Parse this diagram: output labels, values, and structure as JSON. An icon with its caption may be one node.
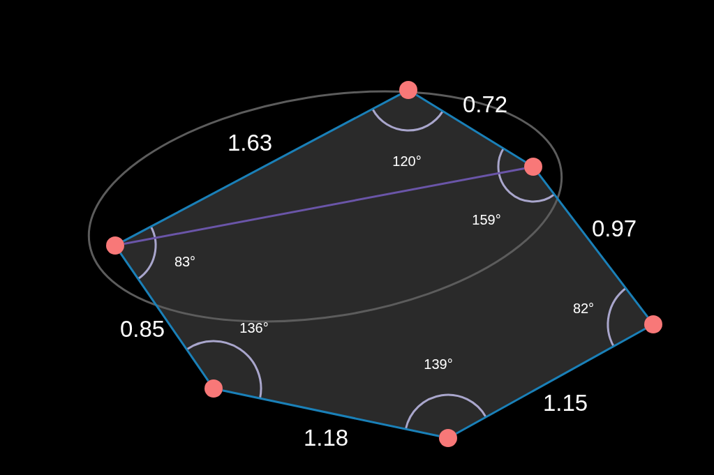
{
  "diagram": {
    "nodes": [
      {
        "text": [],
        "shape": "circle"
      },
      {
        "text": [],
        "shape": "circle"
      },
      {
        "text": [],
        "shape": "circle"
      },
      {
        "text": [],
        "shape": "circle"
      },
      {
        "text": [],
        "shape": "circle"
      },
      {
        "text": [],
        "shape": "circle"
      }
    ],
    "edges": [
      {
        "from": 0,
        "to": 2,
        "arrow": "none",
        "label": "1.63"
      },
      {
        "from": 2,
        "to": 4,
        "arrow": "none",
        "label": "0.72"
      },
      {
        "from": 4,
        "to": 5,
        "arrow": "none",
        "label": "0.97"
      },
      {
        "from": 5,
        "to": 3,
        "arrow": "none",
        "label": "1.15"
      },
      {
        "from": 3,
        "to": 1,
        "arrow": "none",
        "label": "1.18"
      },
      {
        "from": 1,
        "to": 0,
        "arrow": "none",
        "label": "0.85"
      },
      {
        "from": 0,
        "to": 4,
        "arrow": "none",
        "color": "#6a55a8"
      }
    ],
    "labels": [
      "120°",
      "159°",
      "83°",
      "82°",
      "136°",
      "139°"
    ]
  }
}
